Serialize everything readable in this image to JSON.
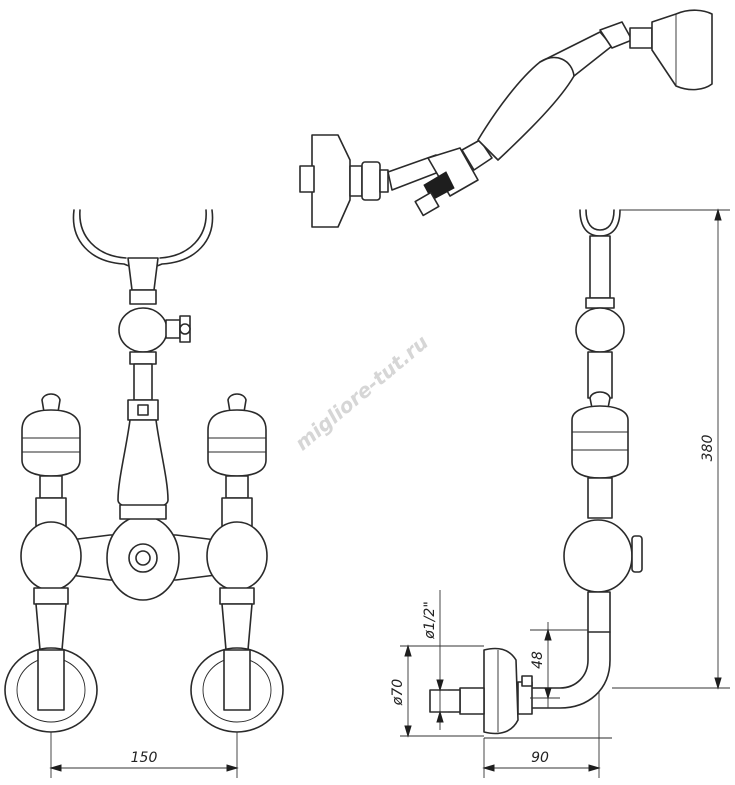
{
  "watermark": "migliore-tut.ru",
  "dimensions": {
    "width_front": "150",
    "height_side": "380",
    "pipe_thread": "ø1/2\"",
    "flange_diameter": "ø70",
    "offset_48": "48",
    "depth_side": "90"
  },
  "colors": {
    "line": "#2a2a2a",
    "background": "#ffffff",
    "watermark": "#d6d6d6"
  }
}
